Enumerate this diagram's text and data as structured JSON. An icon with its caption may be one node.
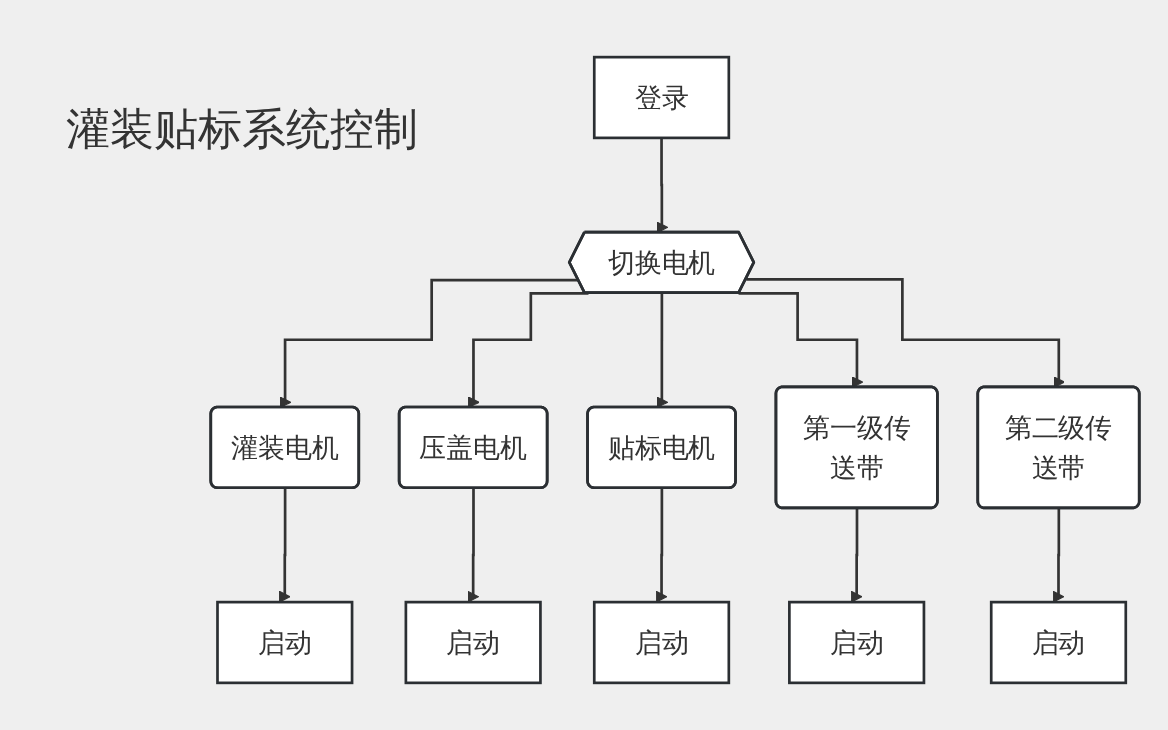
{
  "diagram": {
    "title": "灌装贴标系统控制",
    "nodes": [
      {
        "text": [
          "登录"
        ]
      },
      {
        "text": [
          "切换电机"
        ]
      },
      {
        "text": [
          "灌装电机"
        ]
      },
      {
        "text": [
          "压盖电机"
        ]
      },
      {
        "text": [
          "贴标电机"
        ]
      },
      {
        "text": [
          "第一级传送带"
        ]
      },
      {
        "text": [
          "第二级传送带"
        ]
      },
      {
        "text": [
          "启动"
        ]
      },
      {
        "text": [
          "启动"
        ]
      },
      {
        "text": [
          "启动"
        ]
      },
      {
        "text": [
          "启动"
        ]
      },
      {
        "text": [
          "启动"
        ]
      }
    ],
    "edges": [
      {
        "from": 0,
        "to": 1,
        "arrow": "to"
      },
      {
        "from": 1,
        "to": 2,
        "arrow": "to"
      },
      {
        "from": 1,
        "to": 3,
        "arrow": "to"
      },
      {
        "from": 1,
        "to": 4,
        "arrow": "to"
      },
      {
        "from": 1,
        "to": 5,
        "arrow": "to"
      },
      {
        "from": 1,
        "to": 6,
        "arrow": "to"
      },
      {
        "from": 2,
        "to": 7,
        "arrow": "to"
      },
      {
        "from": 3,
        "to": 8,
        "arrow": "to"
      },
      {
        "from": 4,
        "to": 9,
        "arrow": "to"
      },
      {
        "from": 5,
        "to": 10,
        "arrow": "to"
      },
      {
        "from": 6,
        "to": 11,
        "arrow": "to"
      }
    ]
  }
}
